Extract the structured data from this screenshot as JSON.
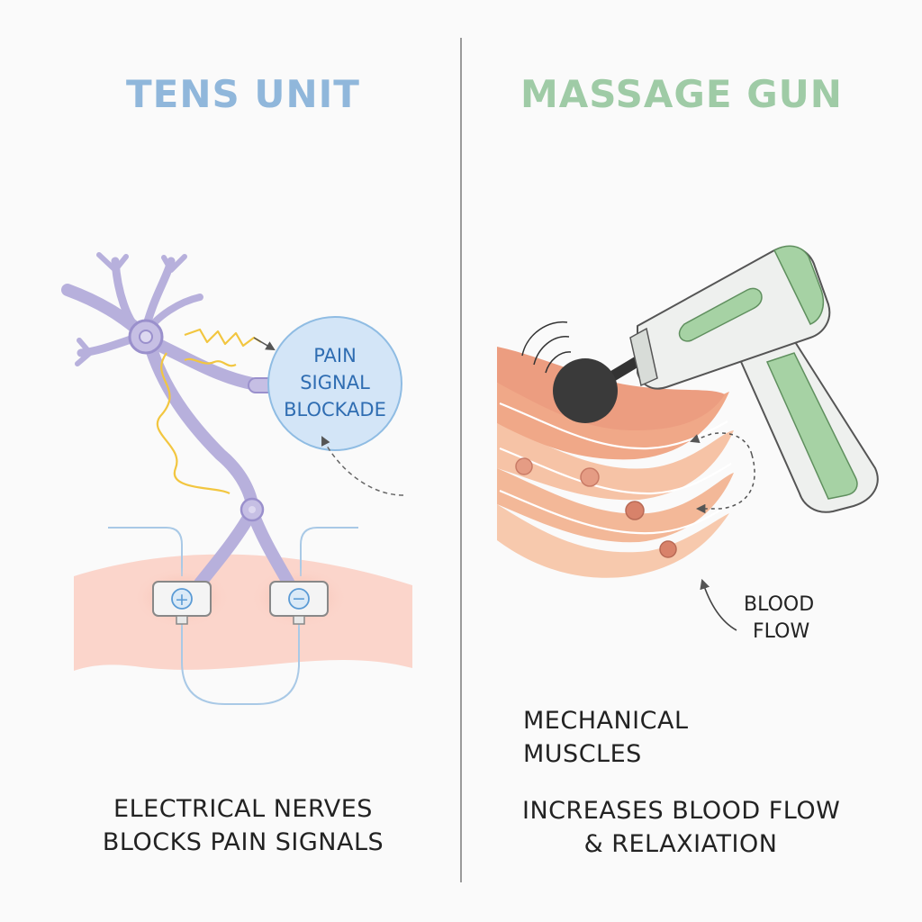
{
  "left_panel": {
    "title": "TENS UNIT",
    "bubble_lines": [
      "PAIN",
      "SIGNAL",
      "BLOCKADE"
    ],
    "electrode_signs": [
      "+",
      "−"
    ],
    "caption_lines": [
      "ELECTRICAL NERVES",
      "BLOCKS PAIN SIGNALS"
    ]
  },
  "right_panel": {
    "title": "MASSAGE GUN",
    "blood_flow_lines": [
      "BLOOD",
      "FLOW"
    ],
    "mechanical_lines": [
      "MECHANICAL",
      "MUSCLES"
    ],
    "caption_lines": [
      "INCREASES BLOOD FLOW",
      "& RELAXIATION"
    ]
  },
  "colors": {
    "tens_title": "#90b7db",
    "massage_title": "#9fcba6",
    "nerve": "#b7b0dc",
    "signal": "#f2c640",
    "skin": "#fbd5cb",
    "bubble": "#d3e5f7",
    "muscle": "#f3b898",
    "gun_body": "#eef0ee",
    "gun_accent": "#a6d2a4"
  }
}
